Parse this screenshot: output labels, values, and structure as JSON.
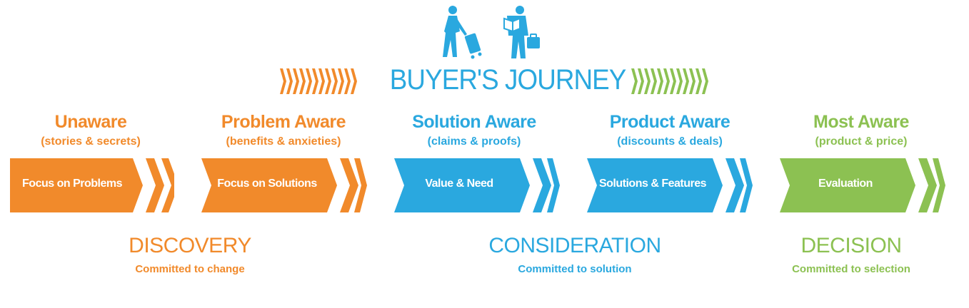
{
  "title": "BUYER'S JOURNEY",
  "colors": {
    "orange": "#f18a2b",
    "blue": "#2aa8df",
    "green": "#8cc152",
    "background": "#ffffff"
  },
  "icons": [
    "walking-traveler-with-suitcase-icon",
    "traveler-reading-map-icon",
    "orange-chevrons-icon",
    "green-chevrons-icon"
  ],
  "stages": [
    {
      "title": "Unaware",
      "subtitle": "(stories & secrets)",
      "label": "Focus on Problems",
      "color": "#f18a2b"
    },
    {
      "title": "Problem Aware",
      "subtitle": "(benefits & anxieties)",
      "label": "Focus on Solutions",
      "color": "#f18a2b"
    },
    {
      "title": "Solution Aware",
      "subtitle": "(claims & proofs)",
      "label": "Value & Need",
      "color": "#2aa8df"
    },
    {
      "title": "Product Aware",
      "subtitle": "(discounts & deals)",
      "label": "Solutions & Features",
      "color": "#2aa8df"
    },
    {
      "title": "Most Aware",
      "subtitle": "(product & price)",
      "label": "Evaluation",
      "color": "#8cc152"
    }
  ],
  "phases": [
    {
      "title": "DISCOVERY",
      "subtitle": "Committed to change",
      "color": "#f18a2b"
    },
    {
      "title": "CONSIDERATION",
      "subtitle": "Committed to solution",
      "color": "#2aa8df"
    },
    {
      "title": "DECISION",
      "subtitle": "Committed to selection",
      "color": "#8cc152"
    }
  ]
}
